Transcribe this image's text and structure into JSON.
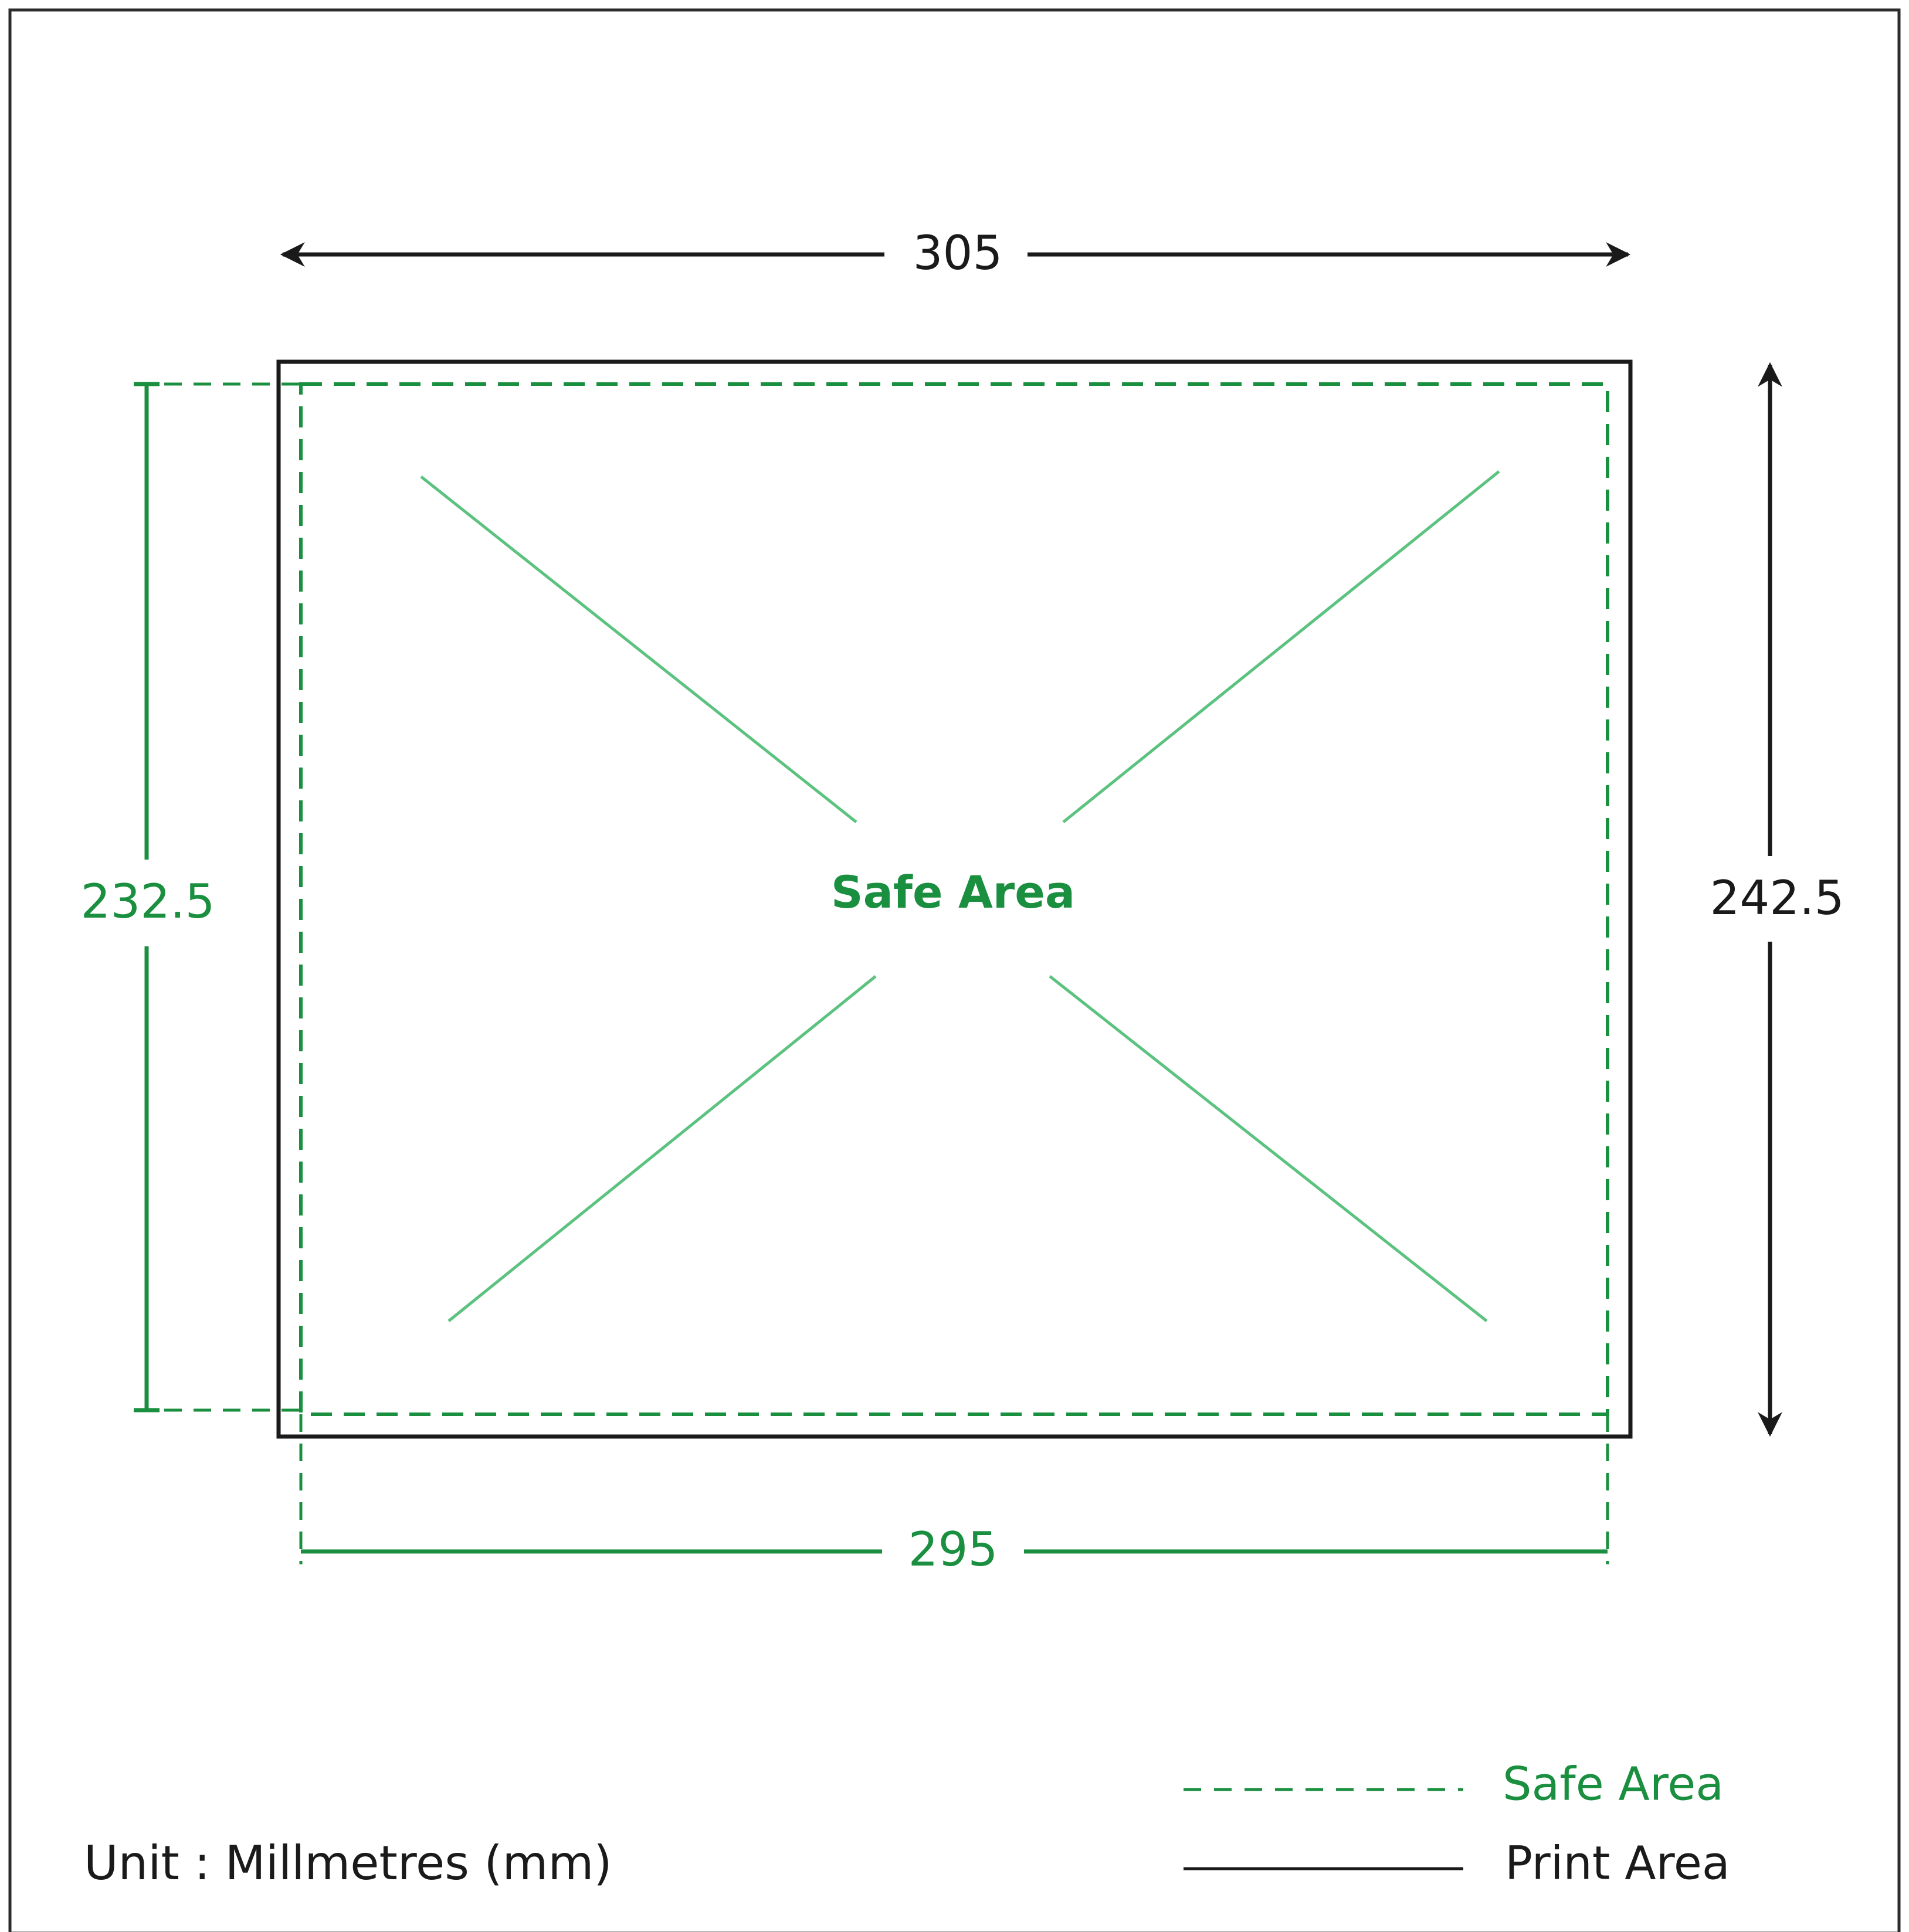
{
  "dimensions": {
    "print_width": "305",
    "print_height": "242.5",
    "safe_width": "295",
    "safe_height": "232.5"
  },
  "center_label": "Safe Area",
  "legend": {
    "safe_area": "Safe Area",
    "print_area": "Print Area"
  },
  "unit_note": "Unit : Millmetres (mm)",
  "colors": {
    "safe": "#1a8f3f",
    "print": "#1a1a1a",
    "guide": "#5cc27f"
  }
}
